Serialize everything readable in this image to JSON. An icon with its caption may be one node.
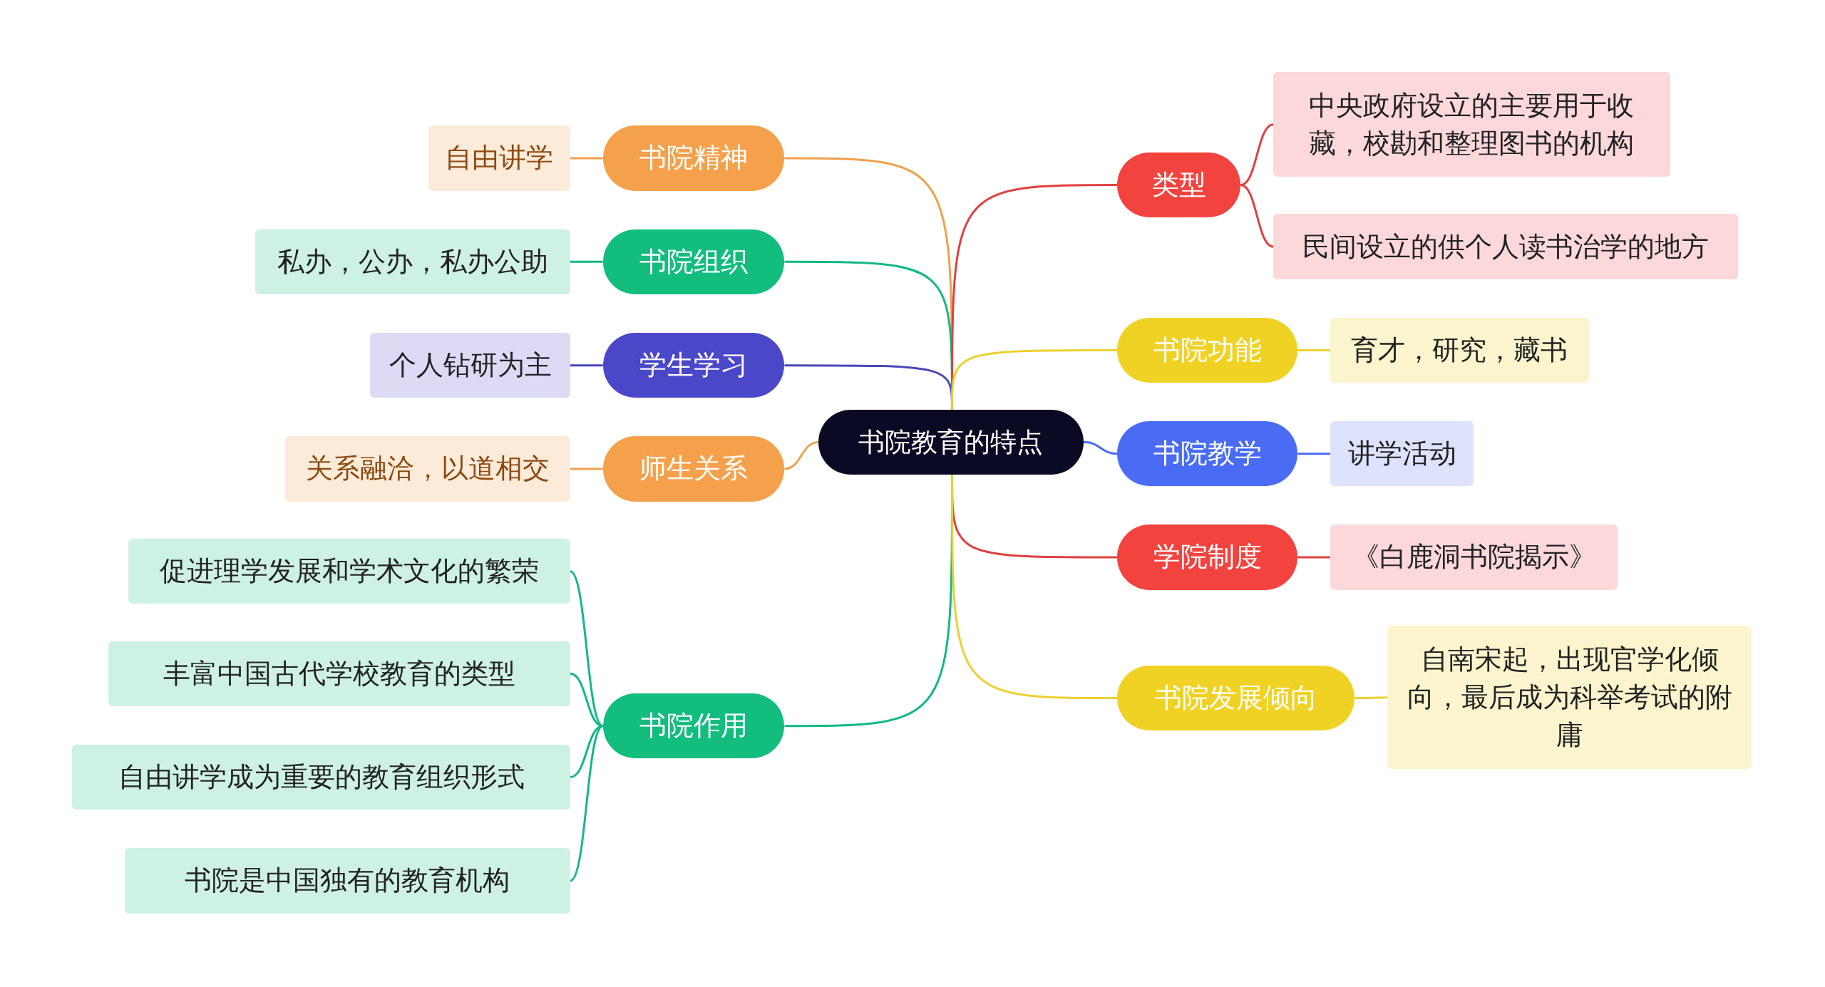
{
  "diagram": {
    "nodes": [
      {
        "text": [
          "书院教育的特点"
        ]
      },
      {
        "text": [
          "书院精神"
        ]
      },
      {
        "text": [
          "自由讲学"
        ]
      },
      {
        "text": [
          "书院组织"
        ]
      },
      {
        "text": [
          "私办，公办，私办公助"
        ]
      },
      {
        "text": [
          "学生学习"
        ]
      },
      {
        "text": [
          "个人钻研为主"
        ]
      },
      {
        "text": [
          "师生关系"
        ]
      },
      {
        "text": [
          "关系融洽，以道相交"
        ]
      },
      {
        "text": [
          "书院作用"
        ]
      },
      {
        "text": [
          "促进理学发展和学术文化的繁荣"
        ]
      },
      {
        "text": [
          "丰富中国古代学校教育的类型"
        ]
      },
      {
        "text": [
          "自由讲学成为重要的教育组织形式"
        ]
      },
      {
        "text": [
          "书院是中国独有的教育机构"
        ]
      },
      {
        "text": [
          "类型"
        ]
      },
      {
        "text": [
          "中央政府设立的主要用于收藏，校勘和整理图书的机构"
        ]
      },
      {
        "text": [
          "民间设立的供个人读书治学的地方"
        ]
      },
      {
        "text": [
          "书院功能"
        ]
      },
      {
        "text": [
          "育才，研究，藏书"
        ]
      },
      {
        "text": [
          "书院教学"
        ]
      },
      {
        "text": [
          "讲学活动"
        ]
      },
      {
        "text": [
          "学院制度"
        ]
      },
      {
        "text": [
          "《白鹿洞书院揭示》"
        ]
      },
      {
        "text": [
          "书院发展倾向"
        ]
      },
      {
        "text": [
          "自南宋起，出现官学化倾向，最后成为科举考试的附庸"
        ]
      }
    ],
    "edges": [
      {
        "from": 0,
        "to": 1,
        "arrow": "none",
        "color": "#f0a04b"
      },
      {
        "from": 0,
        "to": 3,
        "arrow": "none",
        "color": "#12b886"
      },
      {
        "from": 0,
        "to": 5,
        "arrow": "none",
        "color": "#4a47b8"
      },
      {
        "from": 0,
        "to": 7,
        "arrow": "none",
        "color": "#f0a04b"
      },
      {
        "from": 0,
        "to": 9,
        "arrow": "none",
        "color": "#12b886"
      },
      {
        "from": 0,
        "to": 14,
        "arrow": "none",
        "color": "#e04040"
      },
      {
        "from": 0,
        "to": 17,
        "arrow": "none",
        "color": "#ecd030"
      },
      {
        "from": 0,
        "to": 19,
        "arrow": "none",
        "color": "#4a6cf5"
      },
      {
        "from": 0,
        "to": 21,
        "arrow": "none",
        "color": "#e04040"
      },
      {
        "from": 0,
        "to": 23,
        "arrow": "none",
        "color": "#ecd030"
      },
      {
        "from": 1,
        "to": 2,
        "arrow": "none",
        "color": "#f0a04b"
      },
      {
        "from": 3,
        "to": 4,
        "arrow": "none",
        "color": "#12b886"
      },
      {
        "from": 5,
        "to": 6,
        "arrow": "none",
        "color": "#4a47b8"
      },
      {
        "from": 7,
        "to": 8,
        "arrow": "none",
        "color": "#f0a04b"
      },
      {
        "from": 9,
        "to": 10,
        "arrow": "none",
        "color": "#12b886"
      },
      {
        "from": 9,
        "to": 11,
        "arrow": "none",
        "color": "#12b886"
      },
      {
        "from": 9,
        "to": 12,
        "arrow": "none",
        "color": "#12b886"
      },
      {
        "from": 9,
        "to": 13,
        "arrow": "none",
        "color": "#12b886"
      },
      {
        "from": 14,
        "to": 15,
        "arrow": "none",
        "color": "#e04040"
      },
      {
        "from": 14,
        "to": 16,
        "arrow": "none",
        "color": "#e04040"
      },
      {
        "from": 17,
        "to": 18,
        "arrow": "none",
        "color": "#ecd030"
      },
      {
        "from": 19,
        "to": 20,
        "arrow": "none",
        "color": "#4a6cf5"
      },
      {
        "from": 21,
        "to": 22,
        "arrow": "none",
        "color": "#e04040"
      },
      {
        "from": 23,
        "to": 24,
        "arrow": "none",
        "color": "#ecd030"
      }
    ]
  }
}
